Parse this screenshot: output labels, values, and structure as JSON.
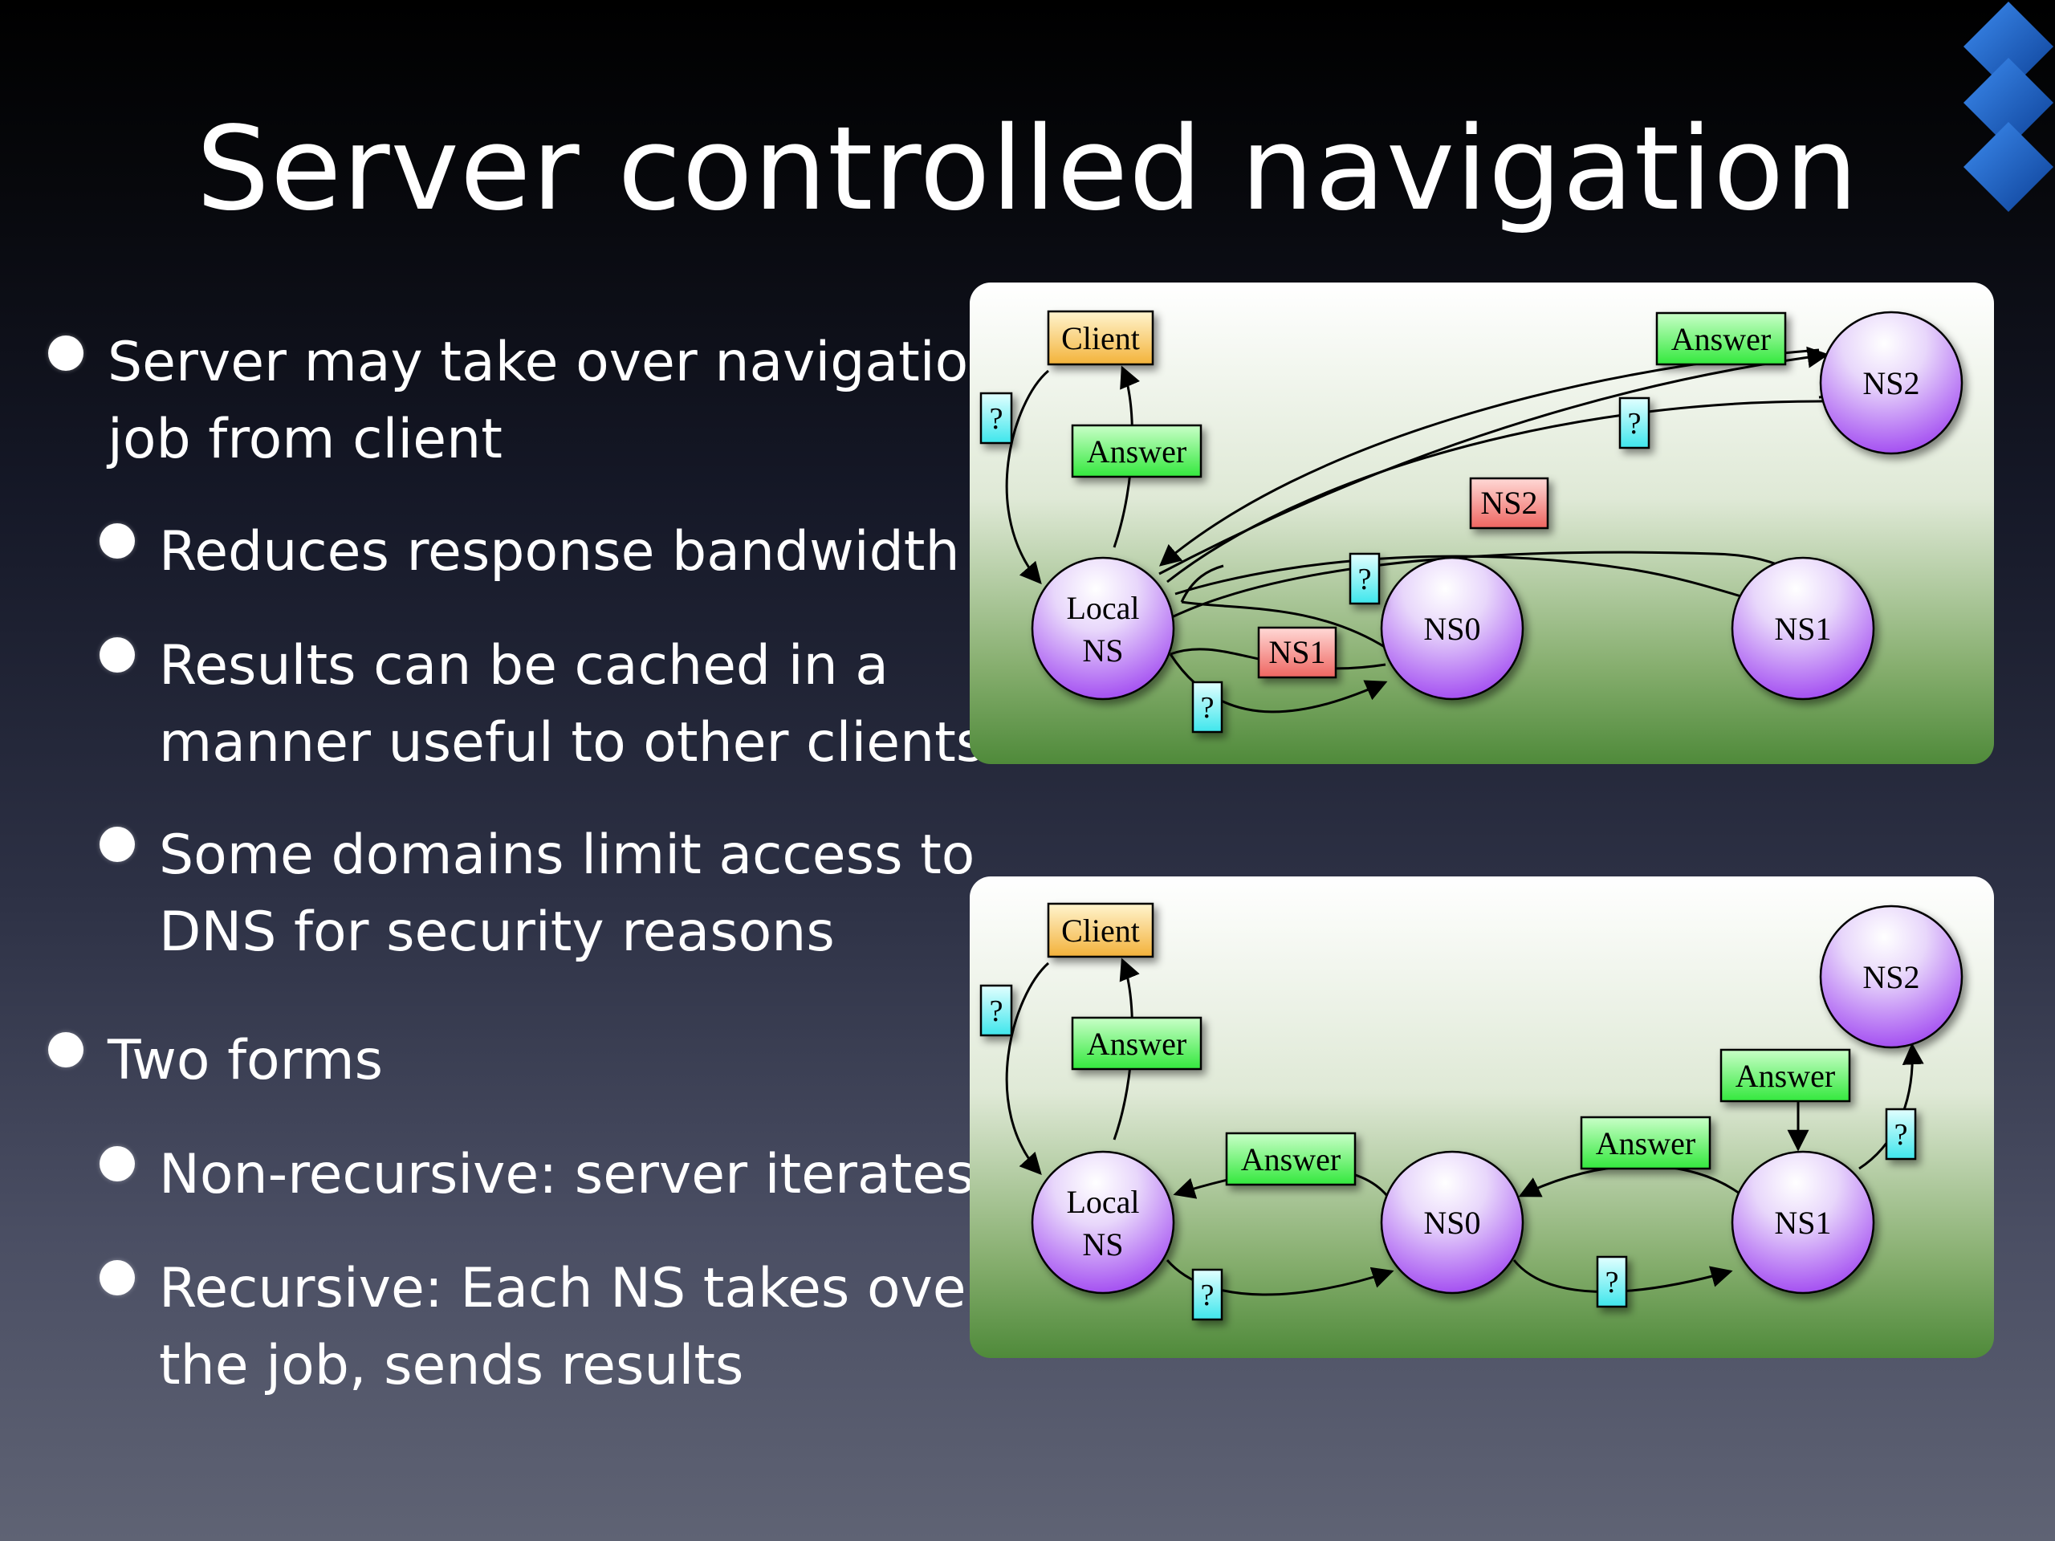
{
  "slide": {
    "title": "Server controlled navigation",
    "bullets": [
      {
        "level": 1,
        "lines": [
          "Server may take over navigation",
          "job from client"
        ]
      },
      {
        "level": 2,
        "lines": [
          "Reduces response bandwidth"
        ]
      },
      {
        "level": 2,
        "lines": [
          "Results can be cached in a",
          "manner useful to other clients"
        ]
      },
      {
        "level": 2,
        "lines": [
          "Some domains limit access to",
          "DNS for security reasons"
        ]
      },
      {
        "level": 1,
        "lines": [
          "Two forms"
        ]
      },
      {
        "level": 2,
        "lines": [
          "Non-recursive: server iterates"
        ]
      },
      {
        "level": 2,
        "lines": [
          "Recursive: Each NS takes over",
          "the job, sends results"
        ]
      }
    ]
  },
  "diagrams": {
    "non_recursive": {
      "nodes": {
        "local_ns": [
          "Local",
          "NS"
        ],
        "ns0": "NS0",
        "ns1": "NS1",
        "ns2": "NS2"
      },
      "tags": {
        "client": "Client",
        "client_query": "?",
        "client_answer": "Answer",
        "ns0_query": "?",
        "ns0_referral": "NS1",
        "ns1_query": "?",
        "ns1_referral": "NS2",
        "ns2_query": "?",
        "ns2_answer": "Answer"
      }
    },
    "recursive": {
      "nodes": {
        "local_ns": [
          "Local",
          "NS"
        ],
        "ns0": "NS0",
        "ns1": "NS1",
        "ns2": "NS2"
      },
      "tags": {
        "client": "Client",
        "client_query": "?",
        "client_answer": "Answer",
        "ns0_query": "?",
        "ns0_answer": "Answer",
        "ns1_query": "?",
        "ns1_answer": "Answer",
        "ns2_query": "?",
        "ns2_answer": "Answer"
      }
    }
  },
  "colors": {
    "client_tag": "#f7c35a",
    "answer_tag": "#52f25a",
    "query_tag": "#5ff0f0",
    "referral_tag": "#f27a75",
    "node_top": "#ffffff",
    "node_bottom": "#9b3df0",
    "panel_top": "#ffffff",
    "panel_bottom": "#4f8a3a",
    "deco_diamond": "#1f66c8"
  },
  "icons": {
    "corner_decoration": "blue-diamonds-icon",
    "bullet": "white-dot-icon"
  }
}
